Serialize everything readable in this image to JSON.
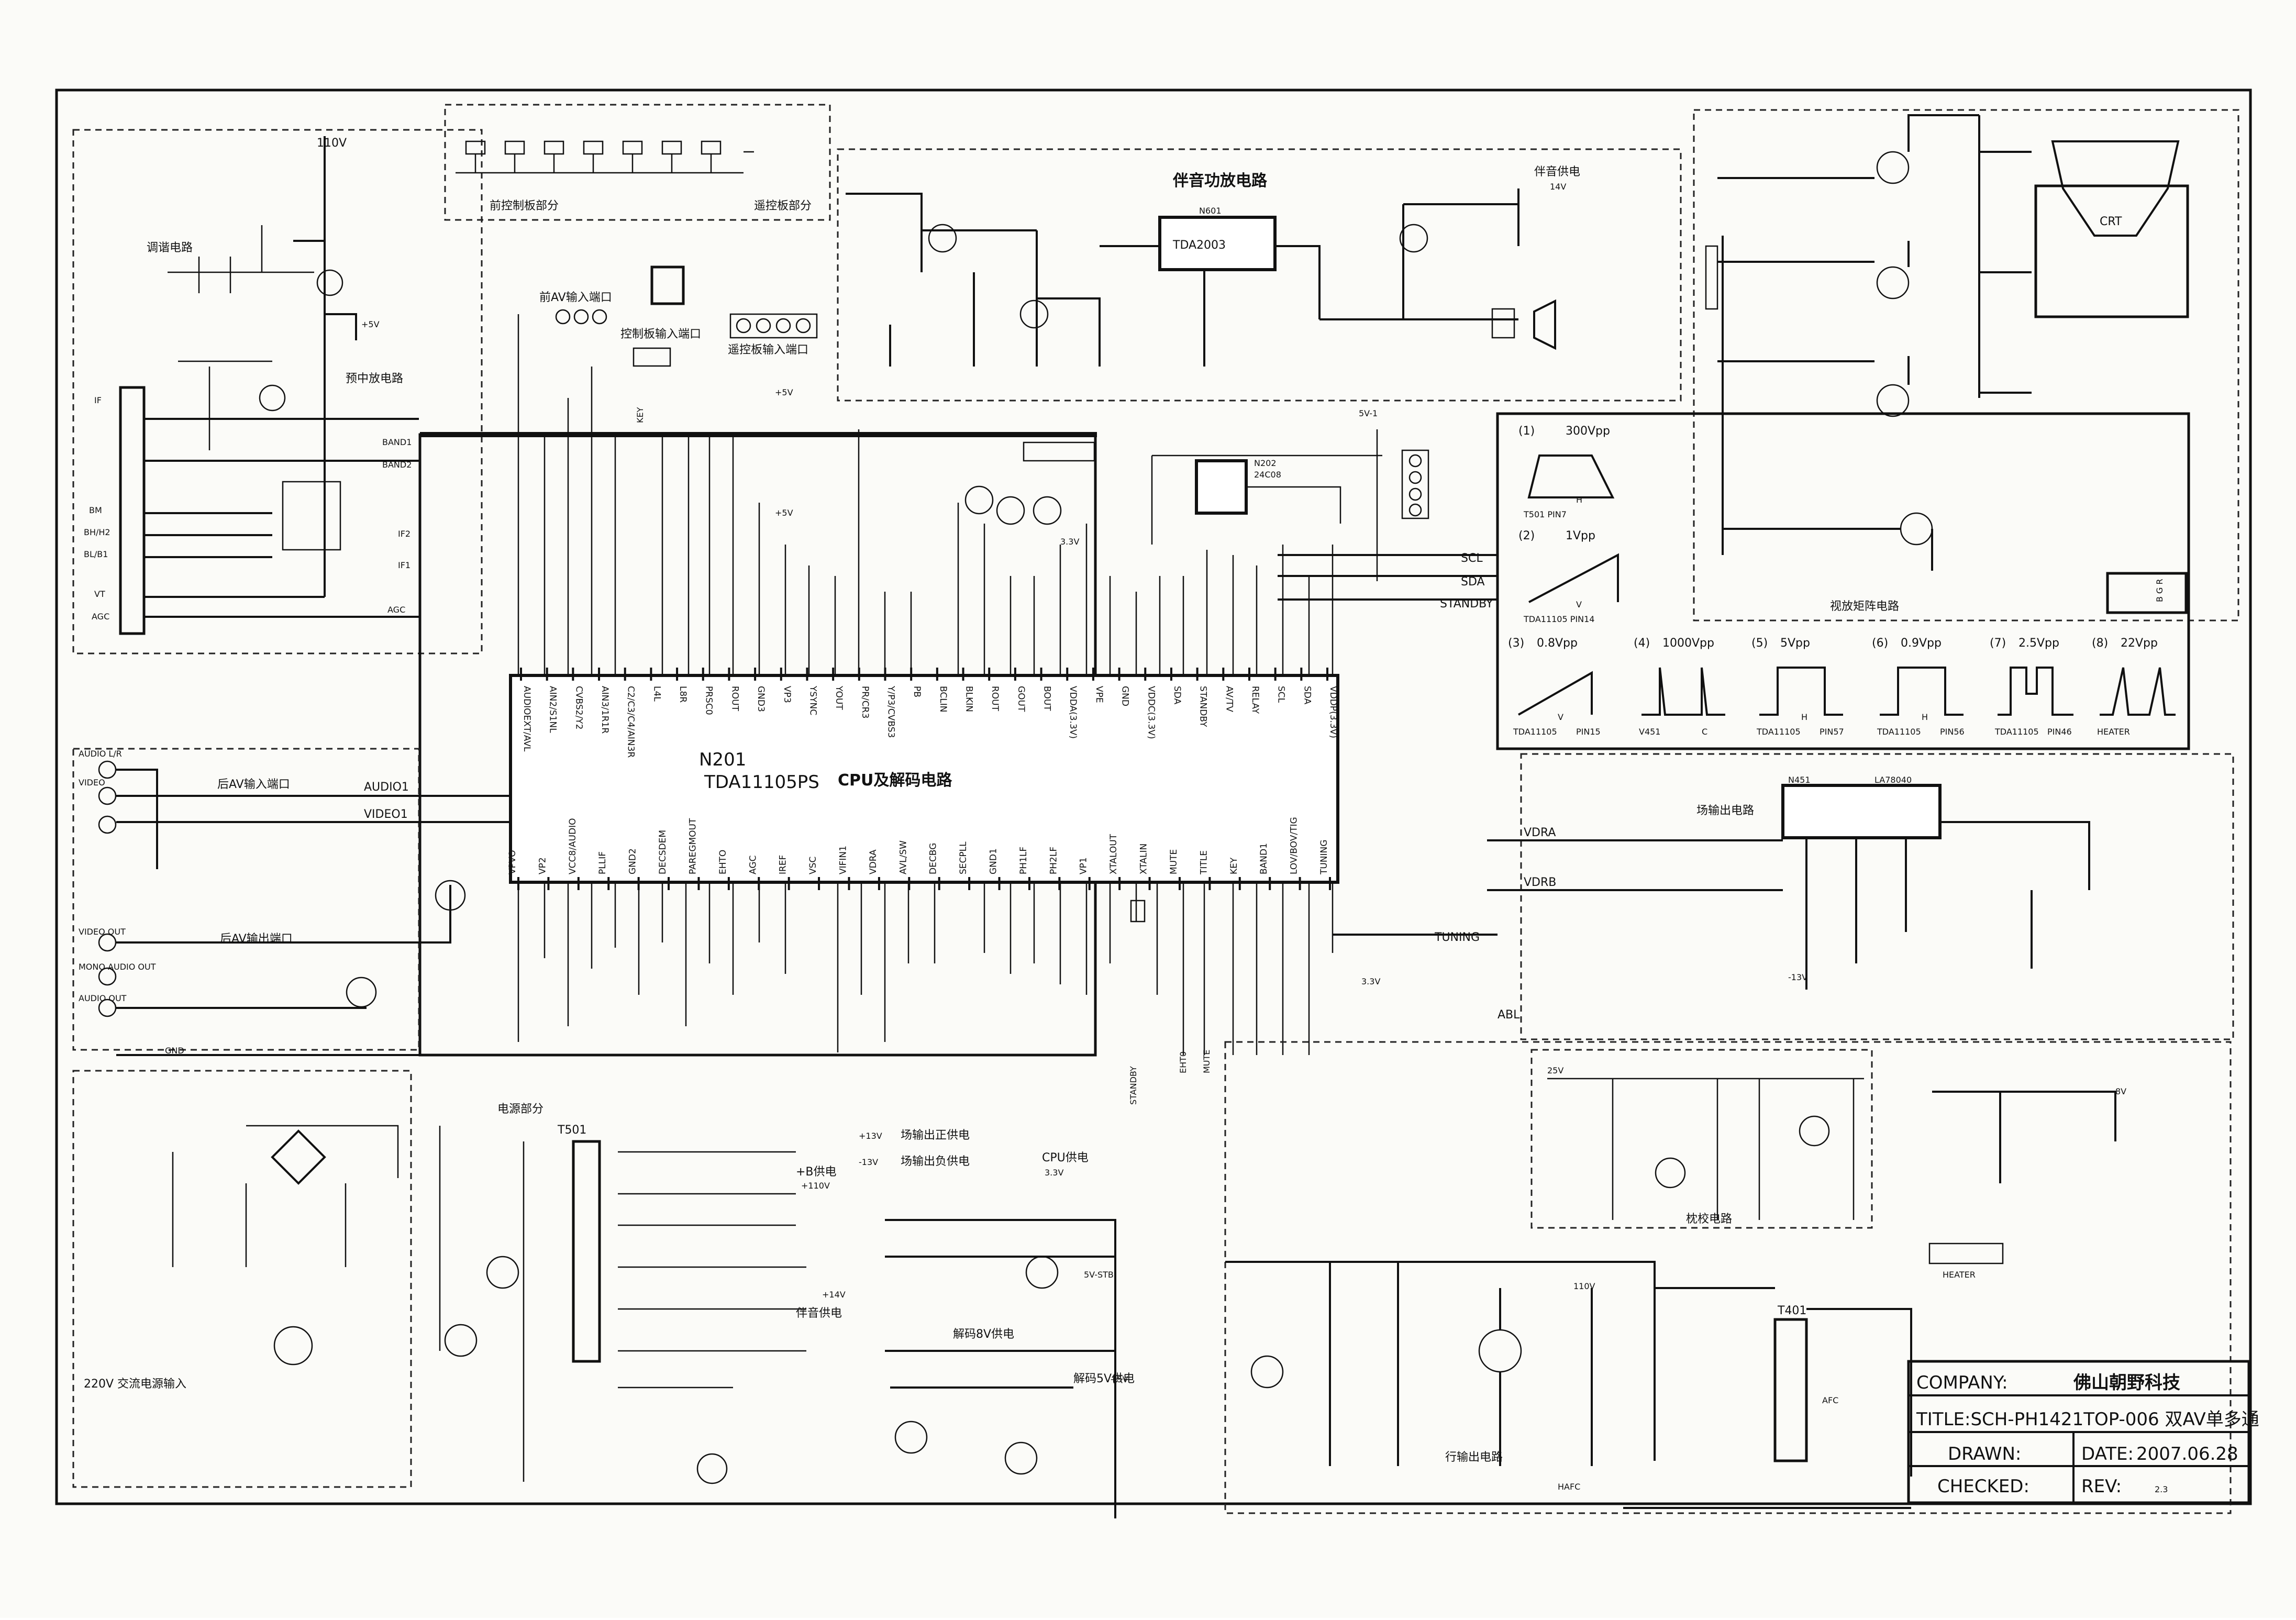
{
  "sections": {
    "tuning_circuit": "调谐电路",
    "front_panel": "前控制板部分",
    "remote_board": "遥控板部分",
    "front_av_port": "前AV输入端口",
    "control_board_port": "控制板输入端口",
    "remote_board_port": "遥控板输入端口",
    "if_circuit": "预中放电路",
    "audio_amp": "伴音功放电路",
    "audio_supply": "伴音供电",
    "video_amp": "视放矩阵电路",
    "rear_av_in": "后AV输入端口",
    "rear_av_out": "后AV输出端口",
    "cpu_decoder": "CPU及解码电路",
    "field_out": "场输出电路",
    "pincushion": "枕校电路",
    "power_section": "电源部分",
    "field_pos_supply": "场输出正供电",
    "field_neg_supply": "场输出负供电",
    "b_plus_supply": "+B供电",
    "cpu_supply": "CPU供电",
    "audio_supply2": "伴音供电",
    "decode_8v": "解码8V供电",
    "decode_5v": "解码5V供电",
    "line_out": "行输出电路",
    "mains_input": "220V 交流电源输入"
  },
  "chips": {
    "main_ref": "N201",
    "main_part": "TDA11105PS",
    "audio_ref": "N601",
    "audio_part": "TDA2003",
    "field_ref": "N451",
    "field_part": "LA78040",
    "eeprom_ref": "N202",
    "eeprom_part": "24C08",
    "crt": "CRT",
    "t501": "T501",
    "t401": "T401"
  },
  "top_pins": [
    "AUDIOEXT/AVL",
    "AIN2/S1NL",
    "CVBS2/Y2",
    "AIN3/1R1R",
    "C2/C3/C4/AIN3R",
    "L4L",
    "L8R",
    "PRSC0",
    "ROUT",
    "GND3",
    "VP3",
    "YSYNC",
    "YOUT",
    "PR/CR3",
    "Y/P3/CVBS3",
    "PB",
    "BCLIN",
    "BLKIN",
    "ROUT",
    "GOUT",
    "BOUT",
    "VDDA(3.3V)",
    "VPE",
    "GND",
    "VDDC(3.3V)",
    "SDA",
    "STANDBY",
    "AV/TV",
    "RELAY",
    "SCL",
    "SDA",
    "VDDP(3.3V)"
  ],
  "bottom_pins": [
    "VPVO",
    "VP2",
    "VCC8/AUDIO",
    "PLLIF",
    "GND2",
    "DECSDEM",
    "PAREGMOUT",
    "EHTO",
    "AGC",
    "IREF",
    "VSC",
    "VIFIN1",
    "VDRA",
    "AVL/SW",
    "DECBG",
    "SECPLL",
    "GND1",
    "PH1LF",
    "PH2LF",
    "VP1",
    "XTALOUT",
    "XTALIN",
    "MUTE",
    "TITLE",
    "KEY",
    "BAND1",
    "LOV/BOV/TIG",
    "TUNING"
  ],
  "left_inputs": {
    "tuner_pins": [
      "IF",
      "BM",
      "BH/H2",
      "BL/B1",
      "VT",
      "AGC"
    ],
    "av_jacks": [
      "AUDIO L/R",
      "VIDEO"
    ],
    "out_jacks": [
      "VIDEO OUT",
      "MONO AUDIO OUT",
      "AUDIO OUT"
    ]
  },
  "nets": {
    "v110": "110V",
    "plus5": "+5V",
    "plus33": "3.3V",
    "v5_1": "5V-1",
    "scl": "SCL",
    "sda": "SDA",
    "standby": "STANDBY",
    "tuning": "TUNING",
    "audio1": "AUDIO1",
    "video1": "VIDEO1",
    "vdra": "VDRA",
    "vdrb": "VDRB",
    "abl": "ABL",
    "gnd": "GND",
    "band1": "BAND1",
    "band2": "BAND2",
    "if2": "IF2",
    "if1": "IF1",
    "agc": "AGC",
    "v14": "14V",
    "plus13": "+13V",
    "minus13": "-13V",
    "plus110": "+110V",
    "plus14": "+14V",
    "plus8": "+8V",
    "v33supply": "3.3V",
    "v5stb": "5V-STB",
    "hafc": "HAFC",
    "heater": "HEATER",
    "plus5b": "+5V",
    "key": "KEY",
    "mute": "MUTE",
    "eht0": "EHT0",
    "afc": "AFC",
    "bgr": "B G R",
    "v8": "8V",
    "v25": "25V",
    "v13v": "-13V"
  },
  "waveforms": [
    {
      "num": "(1)",
      "amp": "300Vpp",
      "label": "T501 PIN7",
      "letter": "H"
    },
    {
      "num": "(2)",
      "amp": "1Vpp",
      "label": "TDA11105  PIN14",
      "letter": "V"
    },
    {
      "num": "(3)",
      "amp": "0.8Vpp",
      "label": "TDA11105",
      "pin": "PIN15",
      "letter": "V"
    },
    {
      "num": "(4)",
      "amp": "1000Vpp",
      "label": "V451",
      "pin": "C",
      "letter": ""
    },
    {
      "num": "(5)",
      "amp": "5Vpp",
      "label": "TDA11105",
      "pin": "PIN57",
      "letter": "H"
    },
    {
      "num": "(6)",
      "amp": "0.9Vpp",
      "label": "TDA11105",
      "pin": "PIN56",
      "letter": "H"
    },
    {
      "num": "(7)",
      "amp": "2.5Vpp",
      "label": "TDA11105",
      "pin": "PIN46",
      "letter": ""
    },
    {
      "num": "(8)",
      "amp": "22Vpp",
      "label": "HEATER",
      "letter": ""
    }
  ],
  "title_block": {
    "company_label": "COMPANY:",
    "company_value": "佛山朝野科技",
    "title_label": "TITLE:SCH-PH1421TOP-006 双AV单多通",
    "drawn_label": "DRAWN:",
    "date_label": "DATE:",
    "date_value": "2007.06.28",
    "checked_label": "CHECKED:",
    "rev_label": "REV:",
    "rev_value": "2.3"
  },
  "colors": {
    "ink": "#111111",
    "paper": "#fbfbf8"
  }
}
